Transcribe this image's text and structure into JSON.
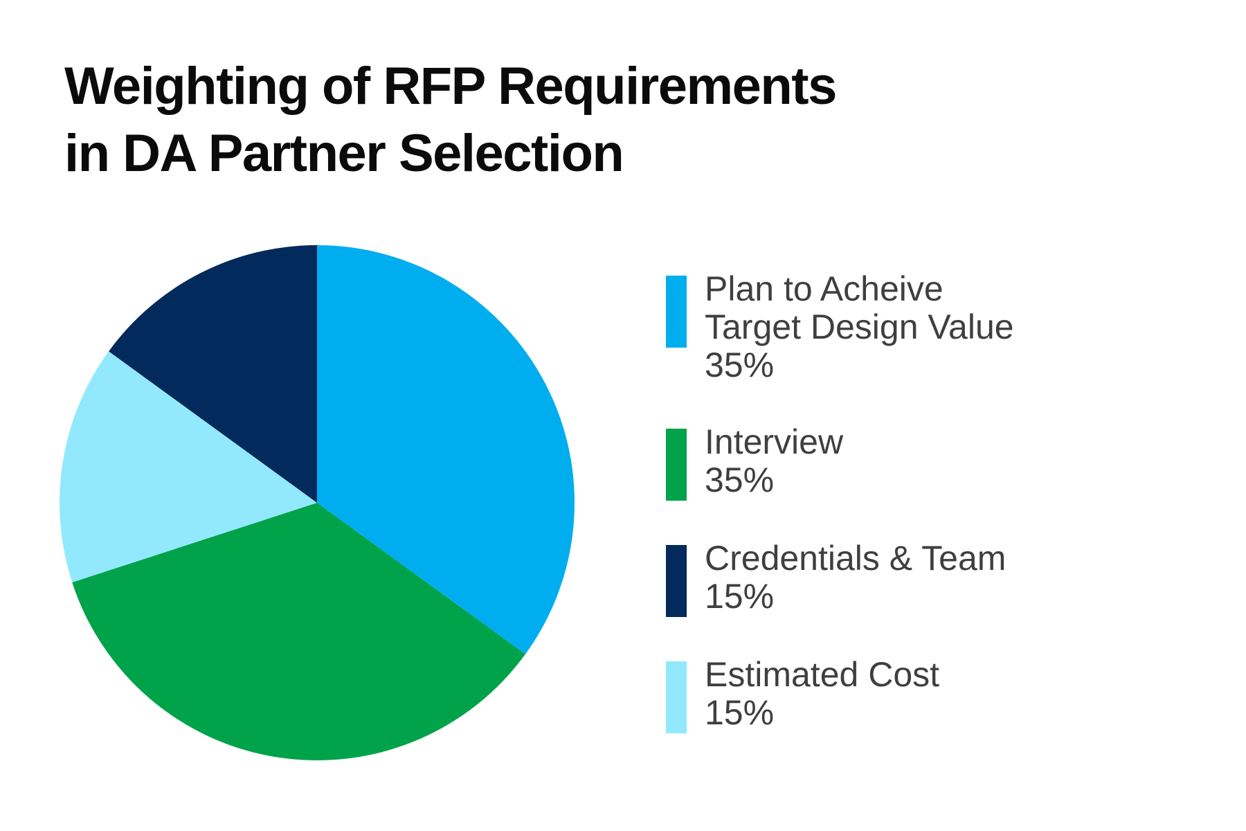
{
  "title": {
    "line1": "Weighting of RFP Requirements",
    "line2": "in DA Partner Selection"
  },
  "legend": {
    "items": [
      {
        "key": "plan",
        "lines": [
          "Plan to Acheive",
          "Target Design Value"
        ],
        "pct": "35%",
        "color": "#00AEF0"
      },
      {
        "key": "interview",
        "lines": [
          "Interview"
        ],
        "pct": "35%",
        "color": "#00A34A"
      },
      {
        "key": "credentials",
        "lines": [
          "Credentials & Team"
        ],
        "pct": "15%",
        "color": "#032A5C"
      },
      {
        "key": "cost",
        "lines": [
          "Estimated Cost"
        ],
        "pct": "15%",
        "color": "#92E9FD"
      }
    ]
  },
  "chart_data": {
    "type": "pie",
    "title": "Weighting of RFP Requirements in DA Partner Selection",
    "segments": [
      {
        "label": "Plan to Acheive Target Design Value",
        "value": 35,
        "color": "#00AEF0"
      },
      {
        "label": "Interview",
        "value": 35,
        "color": "#00A34A"
      },
      {
        "label": "Credentials & Team",
        "value": 15,
        "color": "#032A5C"
      },
      {
        "label": "Estimated Cost",
        "value": 15,
        "color": "#92E9FD"
      }
    ],
    "start_angle_deg": 0,
    "direction": "clockwise",
    "clockwise_draw_sequence": [
      0,
      1,
      3,
      2
    ],
    "legend_position": "right",
    "data_labels": "in_legend_only"
  },
  "colors": {
    "background": "#FFFFFF",
    "title_text": "#0B0B0B",
    "legend_text": "#3F3F3F"
  }
}
